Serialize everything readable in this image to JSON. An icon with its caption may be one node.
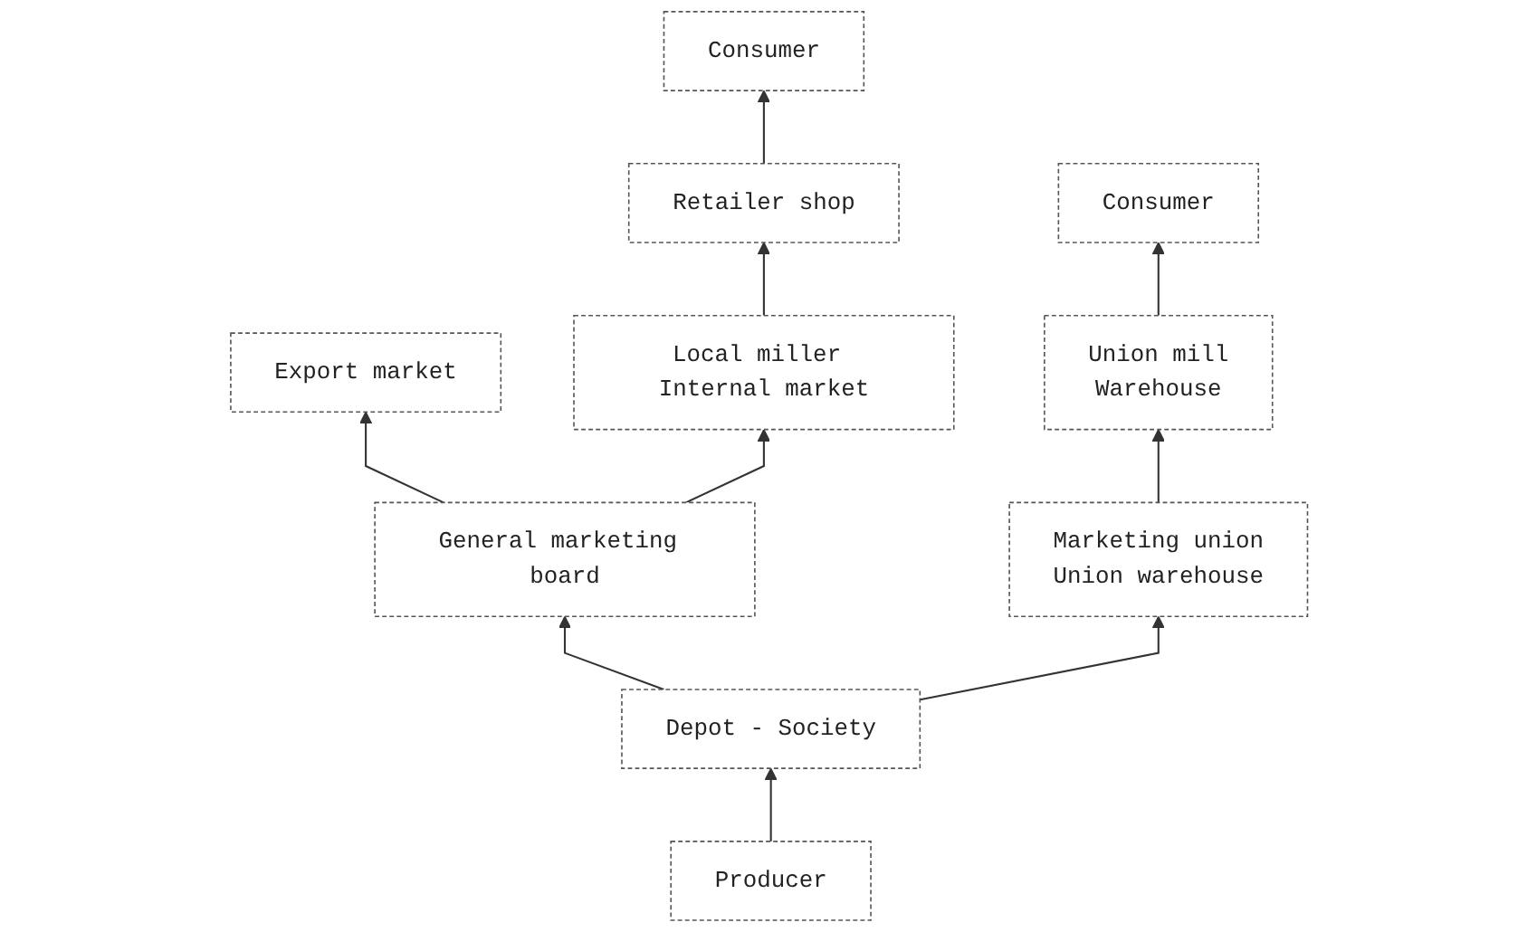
{
  "diagram": {
    "nodes": [
      {
        "text": [
          "Export market"
        ]
      },
      {
        "text": [
          "Local miller Internal market"
        ]
      },
      {
        "text": [
          "Retailer shop"
        ]
      },
      {
        "text": [
          "Consumer"
        ]
      },
      {
        "text": [
          "General marketing board"
        ]
      },
      {
        "text": [
          "Marketing union",
          "Union warehouse"
        ]
      },
      {
        "text": [
          "Depot - Society"
        ]
      },
      {
        "text": [
          "Union mill",
          "Warehouse"
        ]
      },
      {
        "text": [
          "Producer"
        ]
      },
      {
        "text": [
          "Consumer"
        ]
      }
    ],
    "edges": [
      {
        "from": 8,
        "to": 6,
        "arrow": "to"
      },
      {
        "from": 6,
        "to": 4,
        "arrow": "to"
      },
      {
        "from": 6,
        "to": 5,
        "arrow": "to"
      },
      {
        "from": 4,
        "to": 0,
        "arrow": "to"
      },
      {
        "from": 4,
        "to": 1,
        "arrow": "to"
      },
      {
        "from": 1,
        "to": 2,
        "arrow": "to"
      },
      {
        "from": 2,
        "to": 3,
        "arrow": "to"
      },
      {
        "from": 5,
        "to": 7,
        "arrow": "to"
      },
      {
        "from": 7,
        "to": 9,
        "arrow": "to"
      }
    ]
  }
}
